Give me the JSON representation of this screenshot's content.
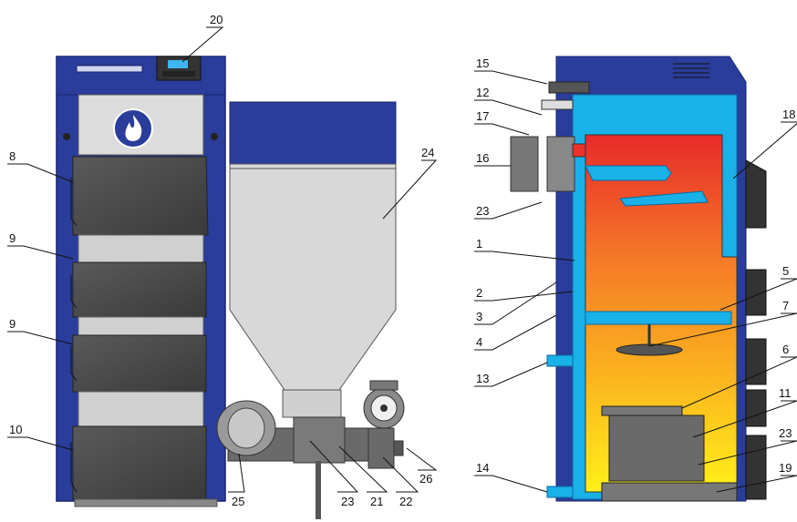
{
  "labels": {
    "l1": "1",
    "l2": "2",
    "l3": "3",
    "l4": "4",
    "l5": "5",
    "l6": "6",
    "l7": "7",
    "l8": "8",
    "l9a": "9",
    "l9b": "9",
    "l10": "10",
    "l11": "11",
    "l12": "12",
    "l13": "13",
    "l14": "14",
    "l15": "15",
    "l16": "16",
    "l17": "17",
    "l18": "18",
    "l19": "19",
    "l20": "20",
    "l21": "21",
    "l22": "22",
    "l23a": "23",
    "l23b": "23",
    "l23c": "23",
    "l24": "24",
    "l25": "25",
    "l26": "26"
  },
  "colors": {
    "boiler_blue": "#2a3d9a",
    "door_gray": "#4a4a4a",
    "hopper_gray": "#d8d8d8",
    "water_blue": "#1ab0e8",
    "fire_hot": "#e8322a",
    "fire_cool": "#ffe81a"
  }
}
